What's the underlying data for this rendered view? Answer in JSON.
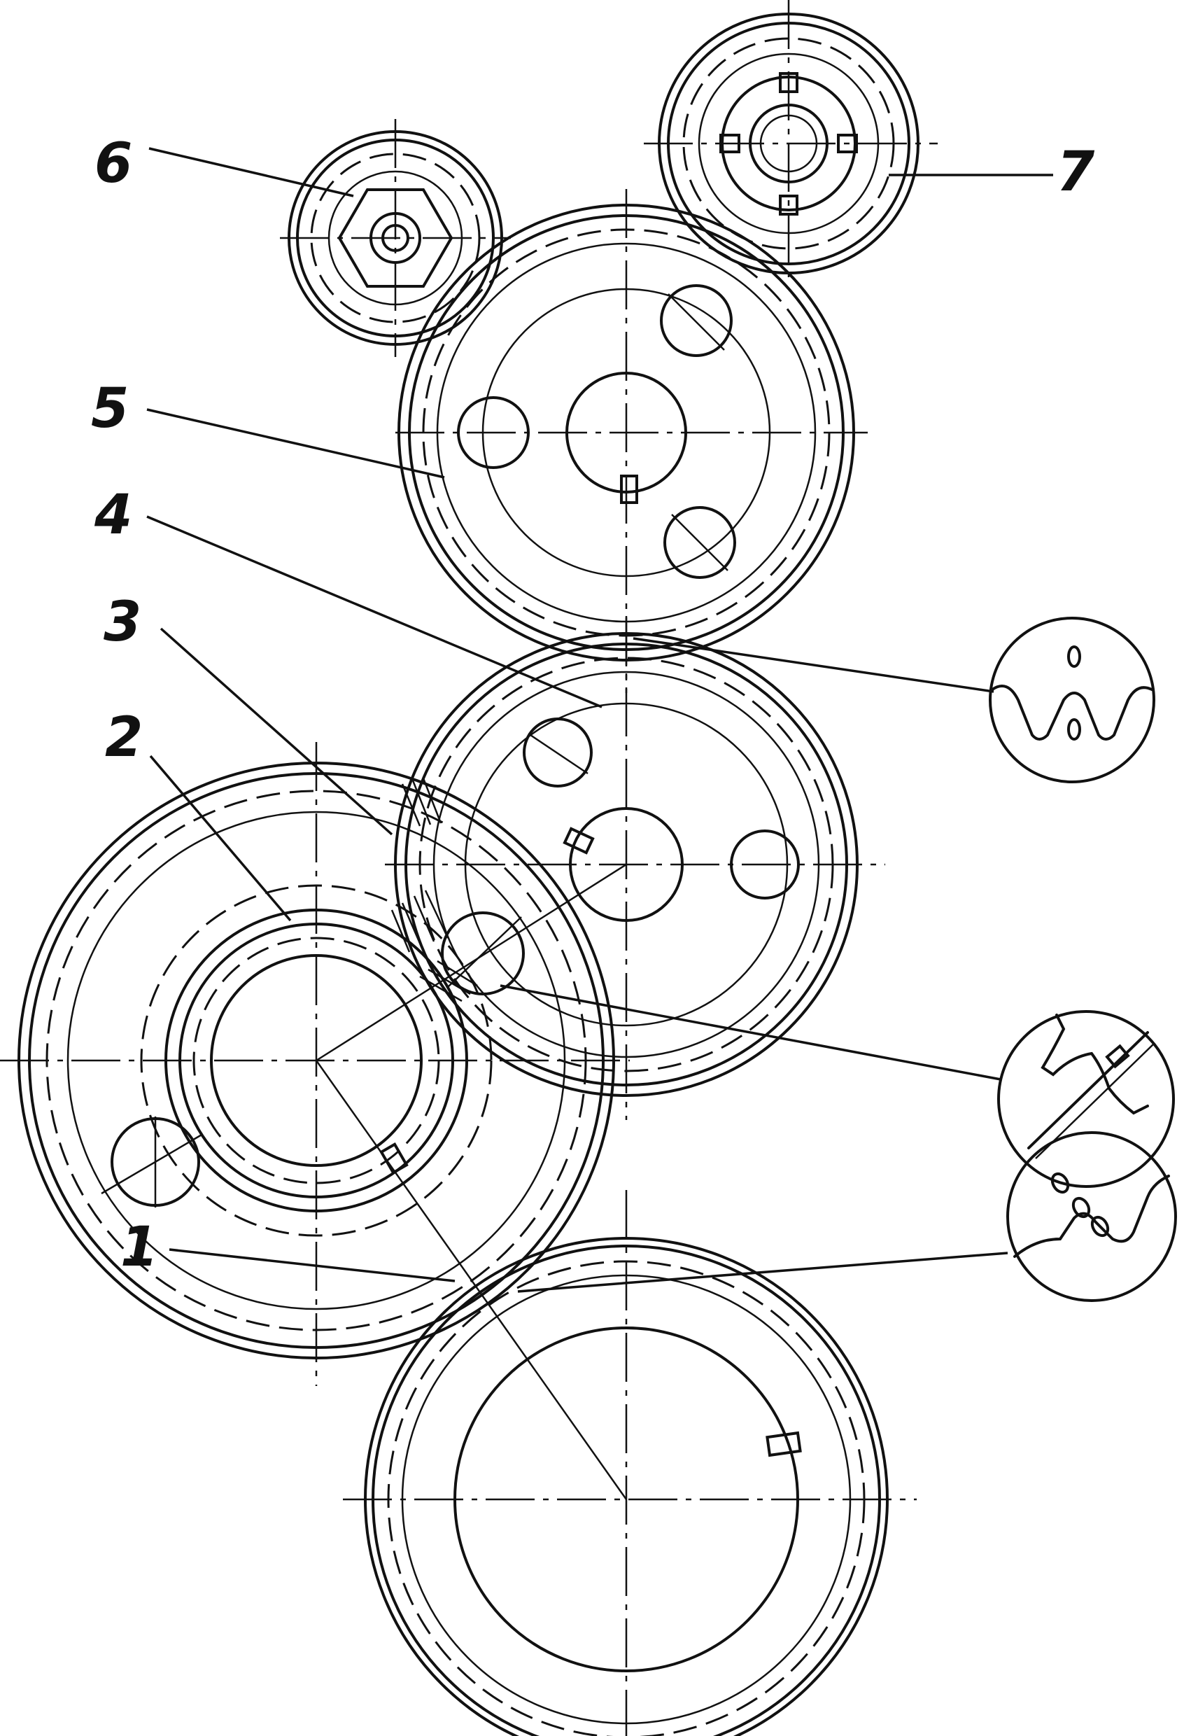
{
  "labels": {
    "part_1": "1",
    "part_2": "2",
    "part_3": "3",
    "part_4": "4",
    "part_5": "5",
    "part_6": "6",
    "part_7": "7"
  }
}
